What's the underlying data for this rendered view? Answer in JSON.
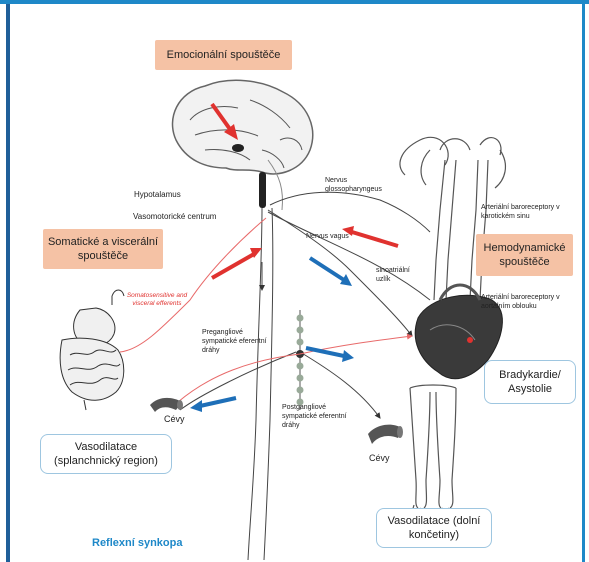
{
  "triggers": {
    "emotional": "Emocionální spouštěče",
    "somatic": "Somatické a viscerální spouštěče",
    "hemodynamic": "Hemodynamické spouštěče"
  },
  "labels": {
    "hypothalamus": "Hypotalamus",
    "vasomotor_center": "Vasomotorické centrum",
    "glossopharyngeal": "Nervus glossopharyngeus",
    "vagus": "Nervus vagus",
    "carotid_baroreceptors": "Arteriální baroreceptory v karotickém sinu",
    "aortic_baroreceptors": "Arteriální baroreceptory v aortálním oblouku",
    "sinoatrial_node": "sinoatriální uzlík",
    "somatosensitive": "Somatosensitive and visceral efferents",
    "preganglionic": "Pregangliové sympatické eferentní dráhy",
    "postganglionic": "Postgangliové sympatické eferentní dráhy",
    "vessels_left": "Cévy",
    "vessels_right": "Cévy"
  },
  "outcomes": {
    "splanchnic": "Vasodilatace (splanchnický region)",
    "bradycardia": "Bradykardie/ Asystolie",
    "limbs": "Vasodilatace (dolní končetiny)"
  },
  "title": "Reflexní synkopa",
  "colors": {
    "red_arrow": "#e0322f",
    "blue_arrow": "#1e6fb8",
    "trigger_box": "#f5c2a5",
    "outcome_border": "#9ec6e0",
    "frame": "#1e88c8"
  }
}
